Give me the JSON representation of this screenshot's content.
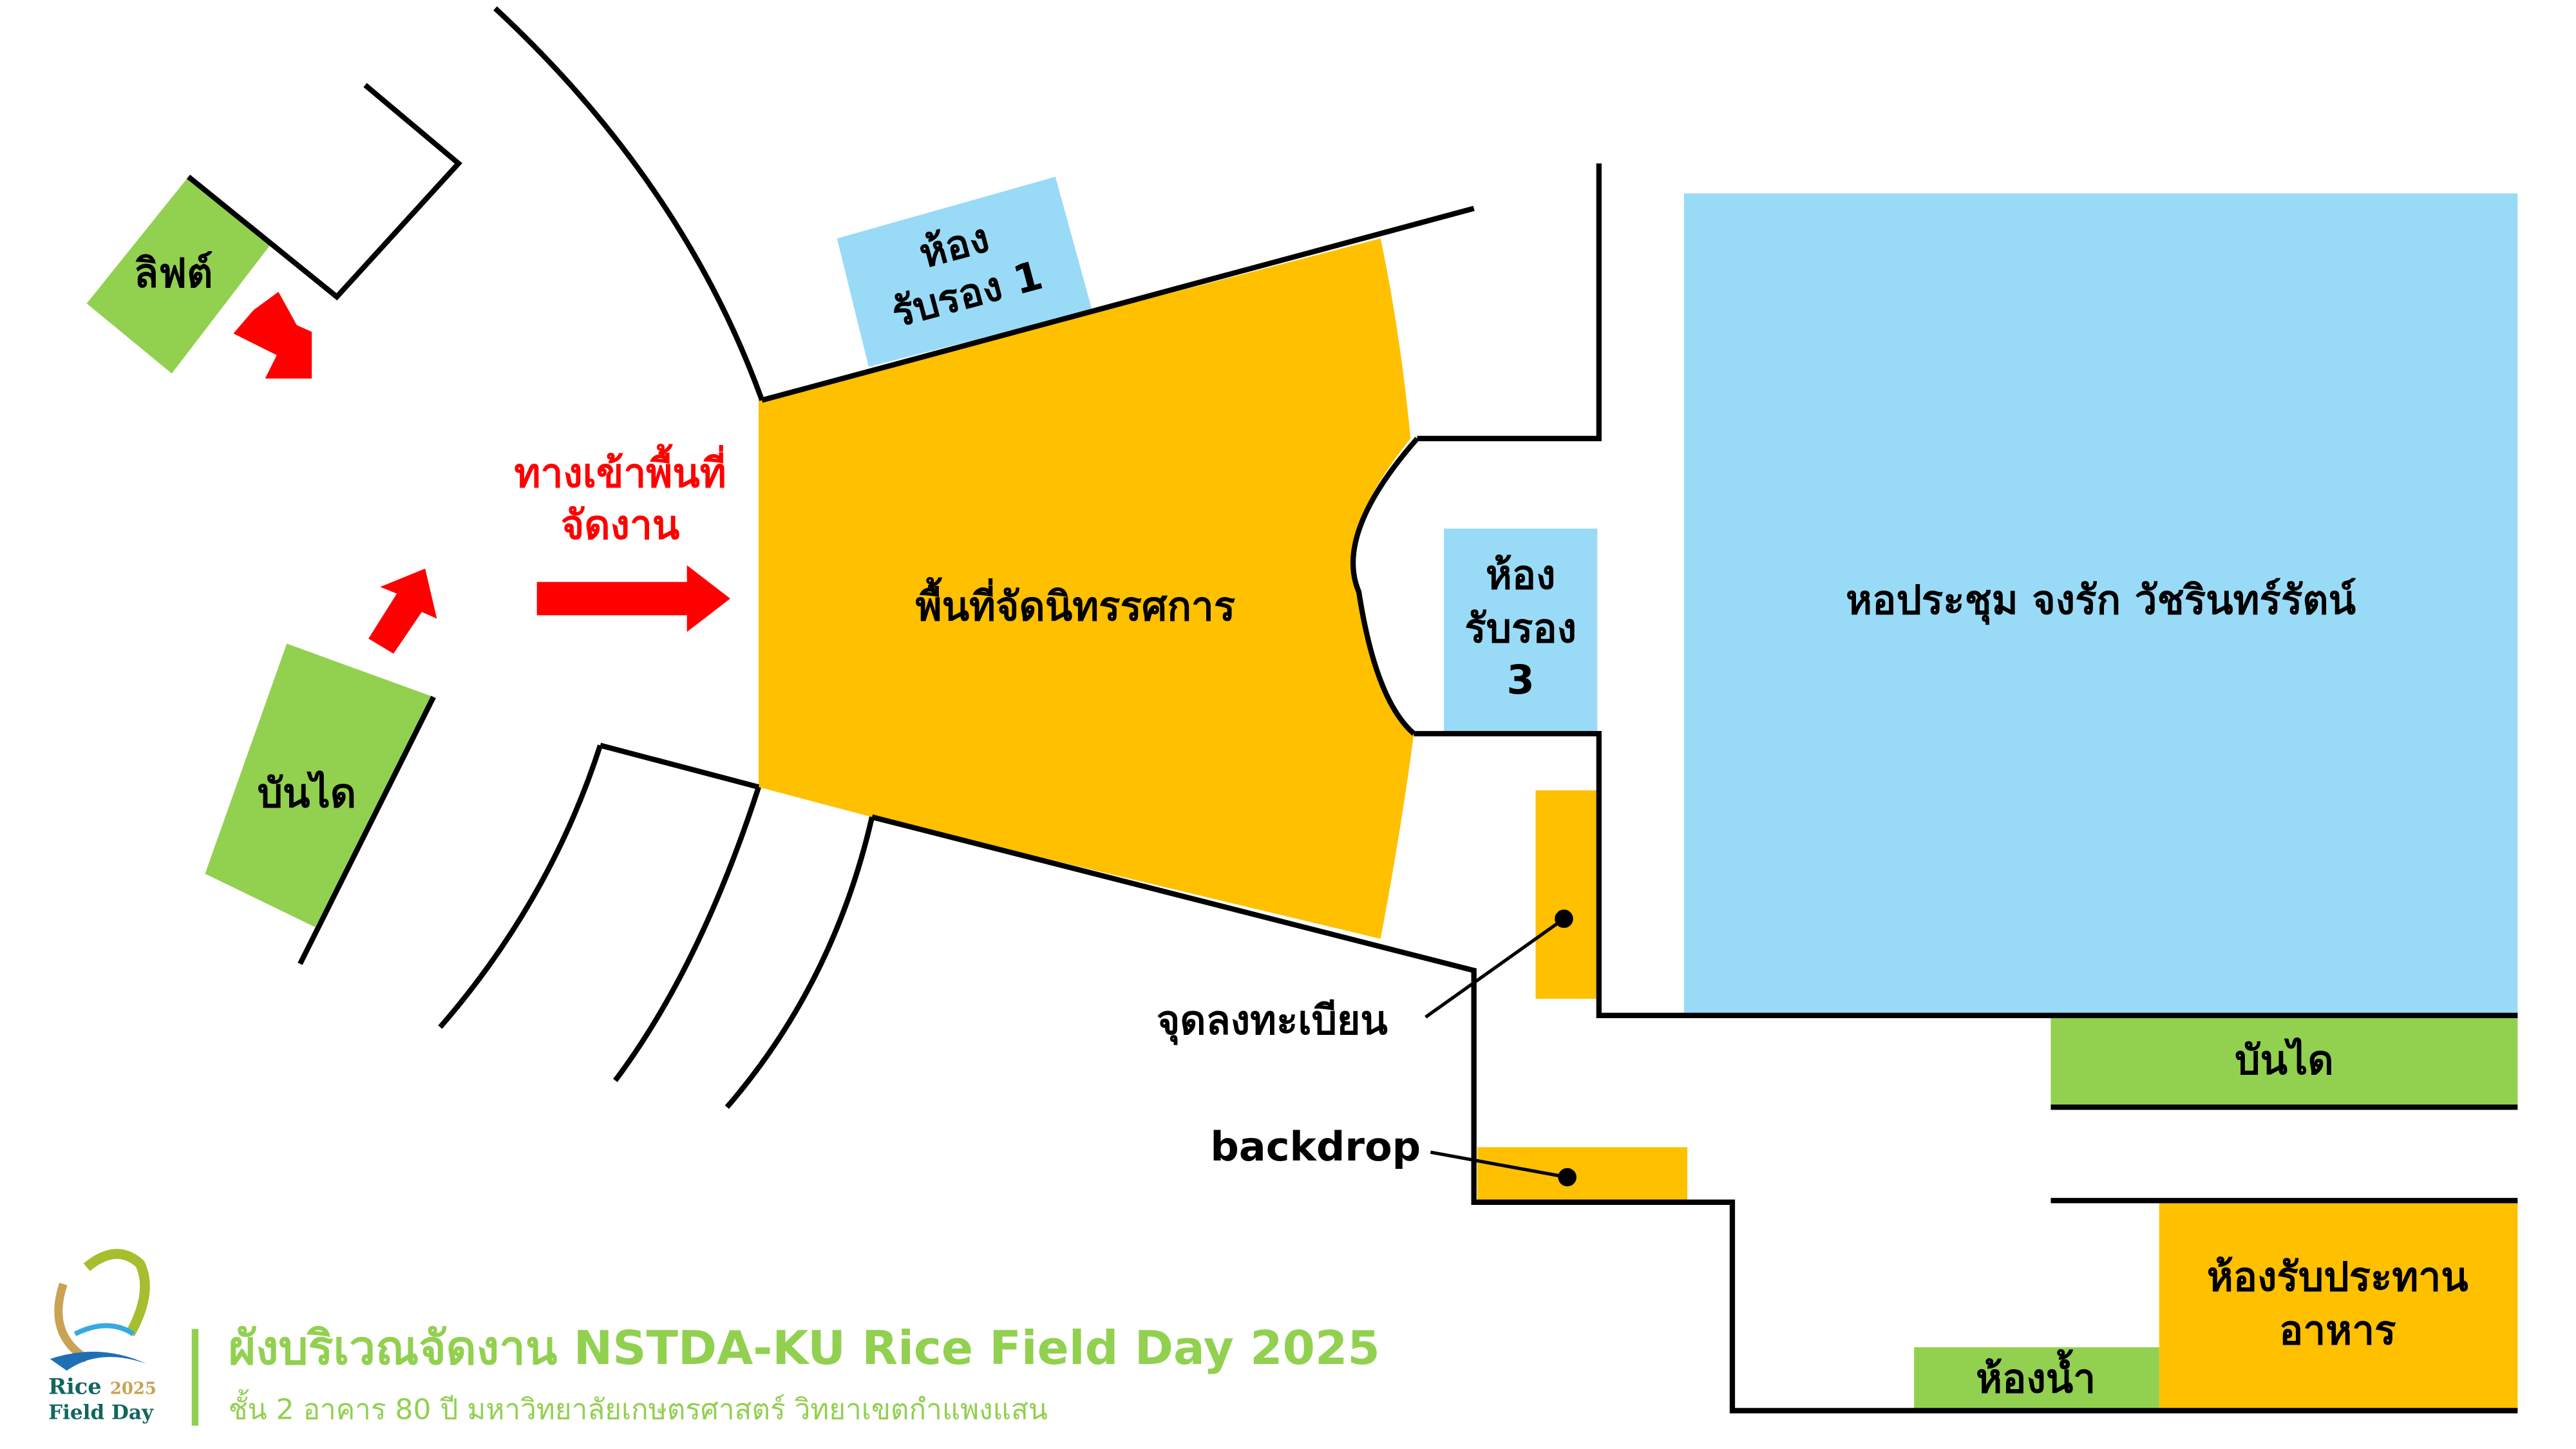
{
  "colors": {
    "exhibition": "#ffc000",
    "room_blue": "#99dbf7",
    "stairs_green": "#92d050",
    "arrow_red": "#ff0000",
    "wall": "#000000",
    "title_green": "#92d050",
    "logo_teal": "#12665e",
    "logo_gold": "#c9a253"
  },
  "map": {
    "lift_label": "ลิฟต์",
    "stairs_left_label": "บันได",
    "entrance_label_line1": "ทางเข้าพื้นที่",
    "entrance_label_line2": "จัดงาน",
    "reception1_line1": "ห้อง",
    "reception1_line2": "รับรอง 1",
    "exhibition_label": "พื้นที่จัดนิทรรศการ",
    "reception3_line1": "ห้อง",
    "reception3_line2": "รับรอง",
    "reception3_line3": "3",
    "auditorium_label": "หอประชุม จงรัก วัชรินทร์รัตน์",
    "registration_label": "จุดลงทะเบียน",
    "backdrop_label": "backdrop",
    "stairs_right_label": "บันได",
    "restroom_label": "ห้องน้ำ",
    "dining_line1": "ห้องรับประทาน",
    "dining_line2": "อาหาร"
  },
  "footer": {
    "title": "ผังบริเวณจัดงาน NSTDA-KU Rice Field Day 2025",
    "subtitle": "ชั้น 2 อาคาร 80 ปี มหาวิทยาลัยเกษตรศาสตร์ วิทยาเขตกำแพงแสน",
    "logo_line1": "Rice",
    "logo_year": "2025",
    "logo_line2": "Field Day"
  }
}
